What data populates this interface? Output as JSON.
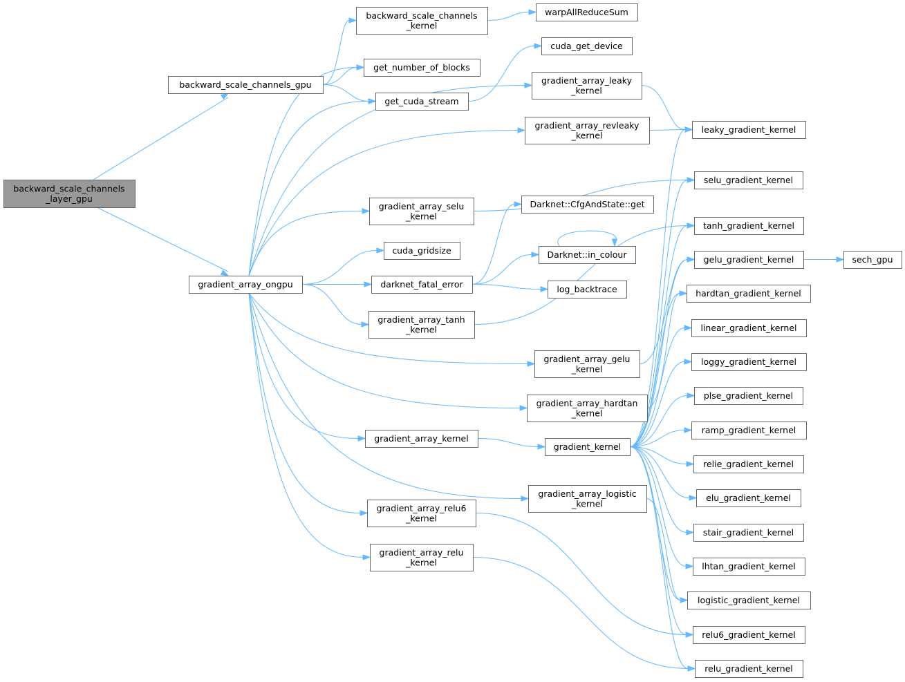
{
  "title": "Call graph of backward_scale_channels_layer_gpu",
  "colors": {
    "edge": "#63b8ff",
    "root_fill": "#999999",
    "node_border": "#666666"
  },
  "nodes": [
    {
      "id": "layer_gpu",
      "lines": [
        "backward_scale_channels",
        "_layer_gpu"
      ],
      "root": true
    },
    {
      "id": "bsc_gpu",
      "lines": [
        "backward_scale_channels_gpu"
      ]
    },
    {
      "id": "ongpu",
      "lines": [
        "gradient_array_ongpu"
      ]
    },
    {
      "id": "bsc_kernel",
      "lines": [
        "backward_scale_channels",
        "_kernel"
      ]
    },
    {
      "id": "num_blocks",
      "lines": [
        "get_number_of_blocks"
      ]
    },
    {
      "id": "cuda_stream",
      "lines": [
        "get_cuda_stream"
      ]
    },
    {
      "id": "selu_k",
      "lines": [
        "gradient_array_selu",
        "_kernel"
      ]
    },
    {
      "id": "gridsize",
      "lines": [
        "cuda_gridsize"
      ]
    },
    {
      "id": "fatal",
      "lines": [
        "darknet_fatal_error"
      ]
    },
    {
      "id": "tanh_k",
      "lines": [
        "gradient_array_tanh",
        "_kernel"
      ]
    },
    {
      "id": "ga_kernel",
      "lines": [
        "gradient_array_kernel"
      ]
    },
    {
      "id": "relu6_k",
      "lines": [
        "gradient_array_relu6",
        "_kernel"
      ]
    },
    {
      "id": "relu_k",
      "lines": [
        "gradient_array_relu",
        "_kernel"
      ]
    },
    {
      "id": "warp",
      "lines": [
        "warpAllReduceSum"
      ]
    },
    {
      "id": "get_device",
      "lines": [
        "cuda_get_device"
      ]
    },
    {
      "id": "leaky_k",
      "lines": [
        "gradient_array_leaky",
        "_kernel"
      ]
    },
    {
      "id": "revleaky_k",
      "lines": [
        "gradient_array_revleaky",
        "_kernel"
      ]
    },
    {
      "id": "cfg_get",
      "lines": [
        "Darknet::CfgAndState::get"
      ]
    },
    {
      "id": "in_colour",
      "lines": [
        "Darknet::in_colour"
      ]
    },
    {
      "id": "log_bt",
      "lines": [
        "log_backtrace"
      ]
    },
    {
      "id": "gelu_k",
      "lines": [
        "gradient_array_gelu",
        "_kernel"
      ]
    },
    {
      "id": "hardtan_k",
      "lines": [
        "gradient_array_hardtan",
        "_kernel"
      ]
    },
    {
      "id": "g_kernel",
      "lines": [
        "gradient_kernel"
      ]
    },
    {
      "id": "logistic_k",
      "lines": [
        "gradient_array_logistic",
        "_kernel"
      ]
    },
    {
      "id": "leaky_g",
      "lines": [
        "leaky_gradient_kernel"
      ]
    },
    {
      "id": "selu_g",
      "lines": [
        "selu_gradient_kernel"
      ]
    },
    {
      "id": "tanh_g",
      "lines": [
        "tanh_gradient_kernel"
      ]
    },
    {
      "id": "gelu_g",
      "lines": [
        "gelu_gradient_kernel"
      ]
    },
    {
      "id": "hardtan_g",
      "lines": [
        "hardtan_gradient_kernel"
      ]
    },
    {
      "id": "linear_g",
      "lines": [
        "linear_gradient_kernel"
      ]
    },
    {
      "id": "loggy_g",
      "lines": [
        "loggy_gradient_kernel"
      ]
    },
    {
      "id": "plse_g",
      "lines": [
        "plse_gradient_kernel"
      ]
    },
    {
      "id": "ramp_g",
      "lines": [
        "ramp_gradient_kernel"
      ]
    },
    {
      "id": "relie_g",
      "lines": [
        "relie_gradient_kernel"
      ]
    },
    {
      "id": "elu_g",
      "lines": [
        "elu_gradient_kernel"
      ]
    },
    {
      "id": "stair_g",
      "lines": [
        "stair_gradient_kernel"
      ]
    },
    {
      "id": "lhtan_g",
      "lines": [
        "lhtan_gradient_kernel"
      ]
    },
    {
      "id": "logistic_g",
      "lines": [
        "logistic_gradient_kernel"
      ]
    },
    {
      "id": "relu6_g",
      "lines": [
        "relu6_gradient_kernel"
      ]
    },
    {
      "id": "relu_g",
      "lines": [
        "relu_gradient_kernel"
      ]
    },
    {
      "id": "sech",
      "lines": [
        "sech_gpu"
      ]
    }
  ],
  "edges": [
    [
      "layer_gpu",
      "bsc_gpu"
    ],
    [
      "layer_gpu",
      "ongpu"
    ],
    [
      "bsc_gpu",
      "bsc_kernel"
    ],
    [
      "bsc_gpu",
      "num_blocks"
    ],
    [
      "bsc_gpu",
      "cuda_stream"
    ],
    [
      "bsc_kernel",
      "warp"
    ],
    [
      "cuda_stream",
      "get_device"
    ],
    [
      "ongpu",
      "num_blocks"
    ],
    [
      "ongpu",
      "cuda_stream"
    ],
    [
      "ongpu",
      "leaky_k"
    ],
    [
      "ongpu",
      "revleaky_k"
    ],
    [
      "ongpu",
      "selu_k"
    ],
    [
      "ongpu",
      "gridsize"
    ],
    [
      "ongpu",
      "fatal"
    ],
    [
      "ongpu",
      "tanh_k"
    ],
    [
      "ongpu",
      "gelu_k"
    ],
    [
      "ongpu",
      "hardtan_k"
    ],
    [
      "ongpu",
      "ga_kernel"
    ],
    [
      "ongpu",
      "logistic_k"
    ],
    [
      "ongpu",
      "relu6_k"
    ],
    [
      "ongpu",
      "relu_k"
    ],
    [
      "fatal",
      "cfg_get"
    ],
    [
      "fatal",
      "in_colour"
    ],
    [
      "fatal",
      "log_bt"
    ],
    [
      "in_colour",
      "in_colour"
    ],
    [
      "leaky_k",
      "leaky_g"
    ],
    [
      "revleaky_k",
      "leaky_g"
    ],
    [
      "selu_k",
      "selu_g"
    ],
    [
      "tanh_k",
      "tanh_g"
    ],
    [
      "gelu_k",
      "gelu_g"
    ],
    [
      "hardtan_k",
      "hardtan_g"
    ],
    [
      "logistic_k",
      "logistic_g"
    ],
    [
      "relu6_k",
      "relu6_g"
    ],
    [
      "relu_k",
      "relu_g"
    ],
    [
      "ga_kernel",
      "g_kernel"
    ],
    [
      "g_kernel",
      "leaky_g"
    ],
    [
      "g_kernel",
      "selu_g"
    ],
    [
      "g_kernel",
      "tanh_g"
    ],
    [
      "g_kernel",
      "gelu_g"
    ],
    [
      "g_kernel",
      "hardtan_g"
    ],
    [
      "g_kernel",
      "linear_g"
    ],
    [
      "g_kernel",
      "loggy_g"
    ],
    [
      "g_kernel",
      "plse_g"
    ],
    [
      "g_kernel",
      "ramp_g"
    ],
    [
      "g_kernel",
      "relie_g"
    ],
    [
      "g_kernel",
      "elu_g"
    ],
    [
      "g_kernel",
      "stair_g"
    ],
    [
      "g_kernel",
      "lhtan_g"
    ],
    [
      "g_kernel",
      "logistic_g"
    ],
    [
      "g_kernel",
      "relu6_g"
    ],
    [
      "g_kernel",
      "relu_g"
    ],
    [
      "gelu_g",
      "sech"
    ]
  ]
}
